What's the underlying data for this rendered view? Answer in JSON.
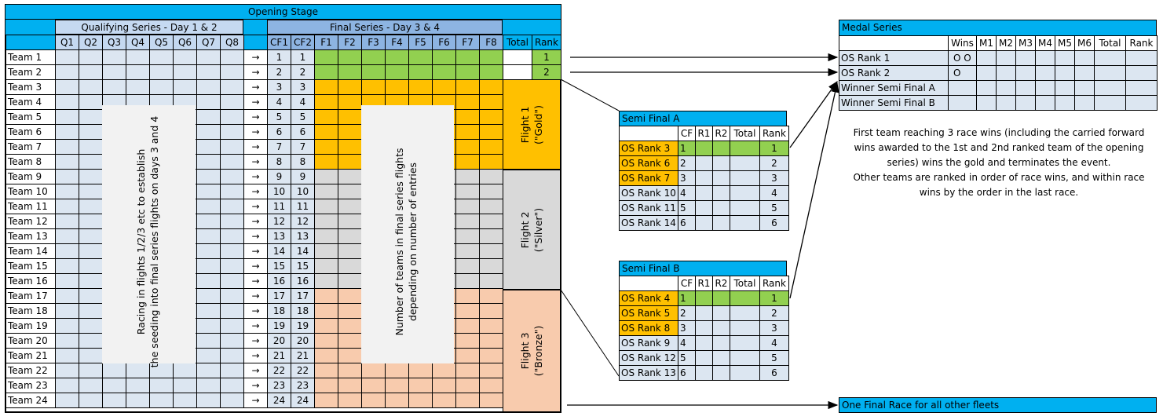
{
  "opening": {
    "title": "Opening Stage",
    "qualifying_title": "Qualifying Series - Day 1 & 2",
    "final_title": "Final Series - Day 3 & 4",
    "q_cols": [
      "Q1",
      "Q2",
      "Q3",
      "Q4",
      "Q5",
      "Q6",
      "Q7",
      "Q8"
    ],
    "cf_cols": [
      "CF1",
      "CF2"
    ],
    "f_cols": [
      "F1",
      "F2",
      "F3",
      "F4",
      "F5",
      "F6",
      "F7",
      "F8"
    ],
    "total_label": "Total",
    "rank_label": "Rank",
    "arrow": "→",
    "teams": [
      "Team 1",
      "Team 2",
      "Team 3",
      "Team 4",
      "Team 5",
      "Team 6",
      "Team 7",
      "Team 8",
      "Team 9",
      "Team 10",
      "Team 11",
      "Team 12",
      "Team 13",
      "Team 14",
      "Team 15",
      "Team 16",
      "Team 17",
      "Team 18",
      "Team 19",
      "Team 20",
      "Team 21",
      "Team 22",
      "Team 23",
      "Team 24"
    ],
    "ranks": [
      "1",
      "2"
    ],
    "qual_note_line1": "Racing in flights 1/2/3 etc to establish",
    "qual_note_line2": "the seeding into final series flights on days 3 and 4",
    "final_note_line1": "Number of teams in final series flights",
    "final_note_line2": "depending on number of entries",
    "flight1_line1": "Flight 1",
    "flight1_line2": "(\"Gold\")",
    "flight2_line1": "Flight 2",
    "flight2_line2": "(\"Silver\")",
    "flight3_line1": "Flight 3",
    "flight3_line2": "(\"Bronze\")"
  },
  "semi_a": {
    "title": "Semi Final A",
    "headers": [
      "CF",
      "R1",
      "R2",
      "Total",
      "Rank"
    ],
    "rows": [
      {
        "name": "OS Rank 3",
        "cf": "1",
        "rank": "1"
      },
      {
        "name": "OS Rank 6",
        "cf": "2",
        "rank": "2"
      },
      {
        "name": "OS Rank 7",
        "cf": "3",
        "rank": "3"
      },
      {
        "name": "OS Rank 10",
        "cf": "4",
        "rank": "4"
      },
      {
        "name": "OS Rank 11",
        "cf": "5",
        "rank": "5"
      },
      {
        "name": "OS Rank 14",
        "cf": "6",
        "rank": "6"
      }
    ]
  },
  "semi_b": {
    "title": "Semi Final B",
    "headers": [
      "CF",
      "R1",
      "R2",
      "Total",
      "Rank"
    ],
    "rows": [
      {
        "name": "OS Rank 4",
        "cf": "1",
        "rank": "1"
      },
      {
        "name": "OS Rank 5",
        "cf": "2",
        "rank": "2"
      },
      {
        "name": "OS Rank 8",
        "cf": "3",
        "rank": "3"
      },
      {
        "name": "OS Rank 9",
        "cf": "4",
        "rank": "4"
      },
      {
        "name": "OS Rank 12",
        "cf": "5",
        "rank": "5"
      },
      {
        "name": "OS Rank 13",
        "cf": "6",
        "rank": "6"
      }
    ]
  },
  "medal": {
    "title": "Medal Series",
    "headers": [
      "Wins",
      "M1",
      "M2",
      "M3",
      "M4",
      "M5",
      "M6",
      "Total",
      "Rank"
    ],
    "rows": [
      {
        "name": "OS Rank 1",
        "wins": "O O"
      },
      {
        "name": "OS Rank 2",
        "wins": "O"
      },
      {
        "name": "Winner Semi Final  A",
        "wins": ""
      },
      {
        "name": "Winner Semi Final  B",
        "wins": ""
      }
    ],
    "note_lines": [
      "First team reaching 3 race wins (including the carried forward",
      "wins awarded to the 1st and 2nd ranked team of the opening",
      "series) wins the gold and terminates the event.",
      "Other teams are ranked in order of race wins, and within race",
      "wins by the order in the last race."
    ]
  },
  "final_race": {
    "label": "One Final Race for all other fleets"
  },
  "colors": {
    "header_blue": "#00b0f0",
    "gold_green": "#92d050",
    "gold": "#ffc000",
    "silver": "#d9d9d9",
    "bronze": "#f8cbad",
    "cell_blue": "#dce6f1"
  }
}
